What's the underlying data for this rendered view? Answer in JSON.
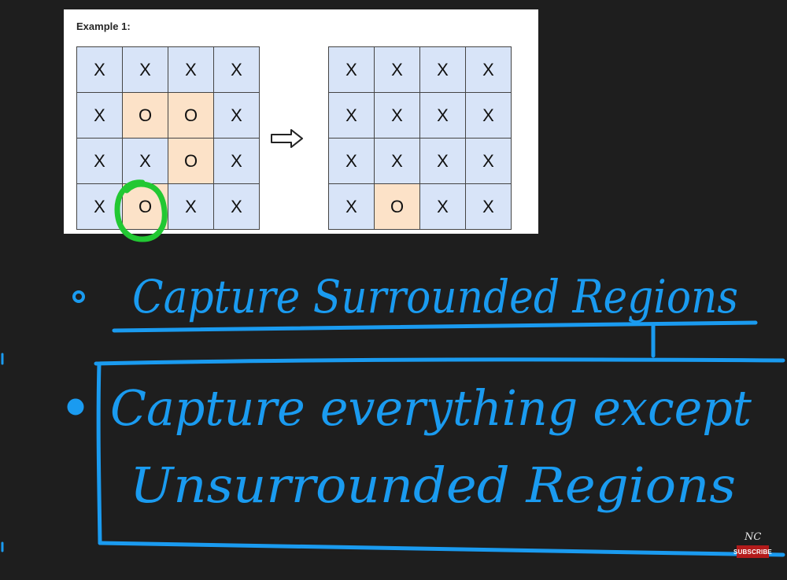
{
  "example": {
    "title": "Example 1:",
    "board_before": [
      [
        "X",
        "X",
        "X",
        "X"
      ],
      [
        "X",
        "O",
        "O",
        "X"
      ],
      [
        "X",
        "X",
        "O",
        "X"
      ],
      [
        "X",
        "O",
        "X",
        "X"
      ]
    ],
    "board_after": [
      [
        "X",
        "X",
        "X",
        "X"
      ],
      [
        "X",
        "X",
        "X",
        "X"
      ],
      [
        "X",
        "X",
        "X",
        "X"
      ],
      [
        "X",
        "O",
        "X",
        "X"
      ]
    ]
  },
  "notes": {
    "line1": "Capture Surrounded Regions",
    "line2": "Capture everything except",
    "line3": "Unsurrounded Regions"
  },
  "channel": {
    "logo": "NC",
    "subscribe_label": "SUBSCRIBE"
  },
  "colors": {
    "background": "#1e1e1e",
    "ink_blue": "#1a9bf0",
    "highlight_green": "#22c833",
    "cell_x": "#d8e4f8",
    "cell_o": "#fce2c8"
  }
}
